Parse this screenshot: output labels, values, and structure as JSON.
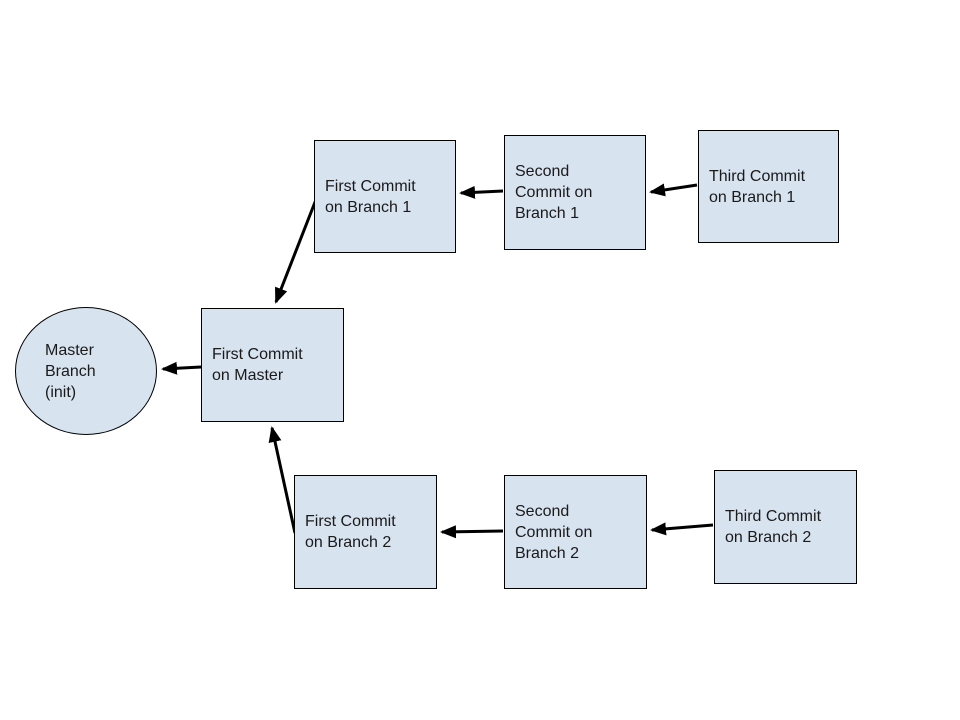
{
  "diagram": {
    "type": "flowchart",
    "nodes": {
      "master_branch": {
        "label": "Master\nBranch\n(init)",
        "shape": "ellipse"
      },
      "first_commit_master": {
        "label": "First Commit\non Master",
        "shape": "rect"
      },
      "first_commit_branch1": {
        "label": "First Commit\non Branch 1",
        "shape": "rect"
      },
      "second_commit_branch1": {
        "label": "Second\nCommit on\nBranch 1",
        "shape": "rect"
      },
      "third_commit_branch1": {
        "label": "Third Commit\non Branch 1",
        "shape": "rect"
      },
      "first_commit_branch2": {
        "label": "First Commit\non Branch 2",
        "shape": "rect"
      },
      "second_commit_branch2": {
        "label": "Second\nCommit on\nBranch 2",
        "shape": "rect"
      },
      "third_commit_branch2": {
        "label": "Third Commit\non Branch 2",
        "shape": "rect"
      }
    },
    "edges": [
      {
        "from": "first_commit_master",
        "to": "master_branch"
      },
      {
        "from": "first_commit_branch1",
        "to": "first_commit_master"
      },
      {
        "from": "second_commit_branch1",
        "to": "first_commit_branch1"
      },
      {
        "from": "third_commit_branch1",
        "to": "second_commit_branch1"
      },
      {
        "from": "first_commit_branch2",
        "to": "first_commit_master"
      },
      {
        "from": "second_commit_branch2",
        "to": "first_commit_branch2"
      },
      {
        "from": "third_commit_branch2",
        "to": "second_commit_branch2"
      }
    ],
    "colors": {
      "node_fill": "#d8e3f0",
      "node_border": "#000000",
      "arrow": "#000000",
      "text": "#1a1a1a",
      "background": "#ffffff"
    }
  }
}
